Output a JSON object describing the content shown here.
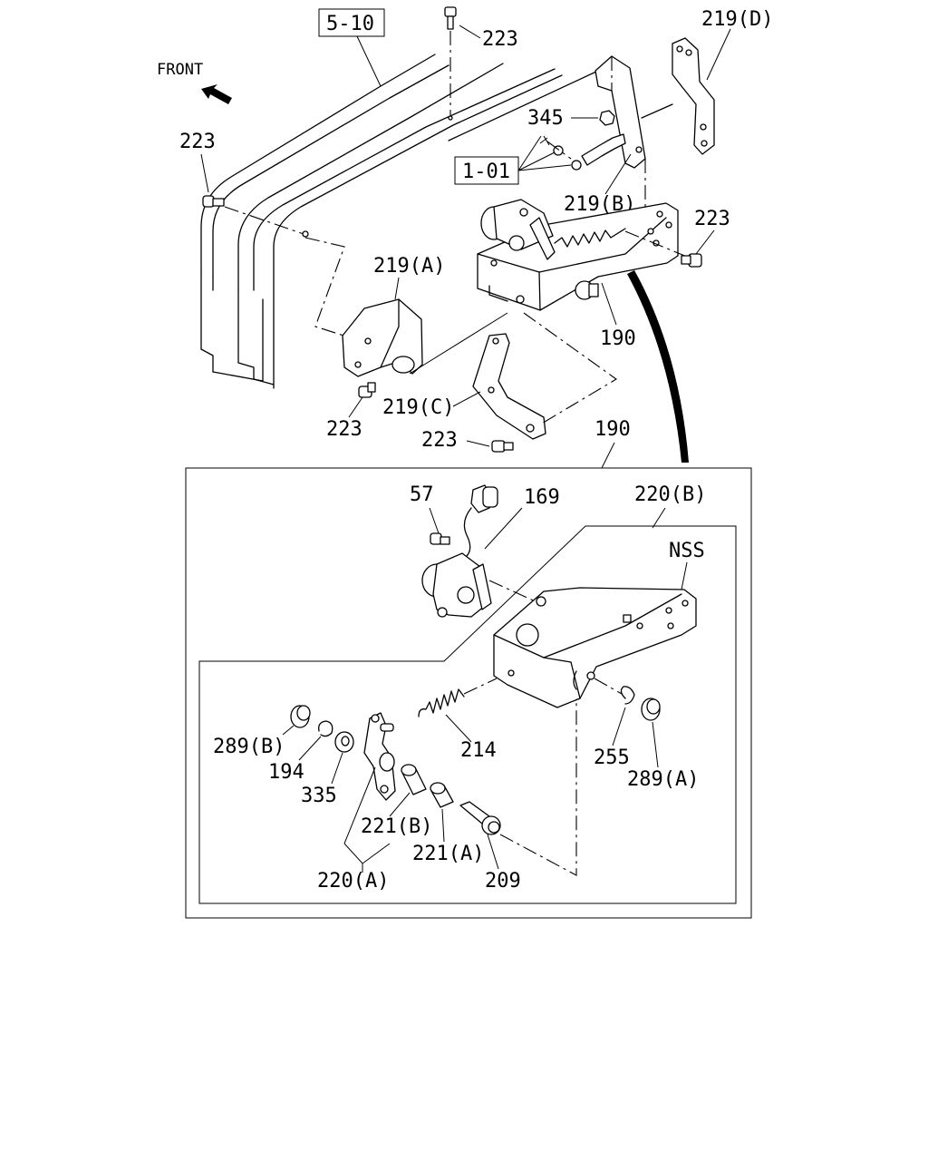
{
  "direction": {
    "text": "FRONT",
    "icon": "arrow-icon"
  },
  "references": {
    "ref_5_10": "5-10",
    "ref_1_01": "1-01"
  },
  "callouts": {
    "c223_top": "223",
    "c219D": "219(D)",
    "c345": "345",
    "c223_left": "223",
    "c219B": "219(B)",
    "c223_right": "223",
    "c219A": "219(A)",
    "c190_assy": "190",
    "c219C": "219(C)",
    "c223_lower": "223",
    "c223_bottom": "223",
    "c190_box": "190"
  },
  "detail": {
    "c57": "57",
    "c169": "169",
    "c220B": "220(B)",
    "nss": "NSS",
    "c214": "214",
    "c289B": "289(B)",
    "c194": "194",
    "c335": "335",
    "c255": "255",
    "c289A": "289(A)",
    "c221B": "221(B)",
    "c221A": "221(A)",
    "c220A": "220(A)",
    "c209": "209"
  }
}
